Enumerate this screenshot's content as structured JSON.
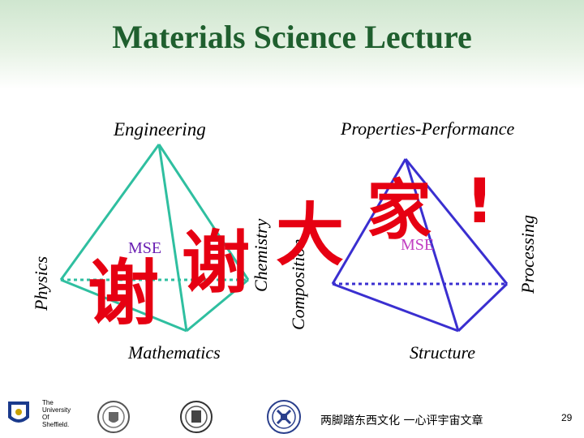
{
  "slide": {
    "title": "Materials Science Lecture",
    "page_number": "29",
    "footer_text": "两脚踏东西文化 一心评宇宙文章"
  },
  "left_tetrahedron": {
    "top_label": "Engineering",
    "bottom_label": "Mathematics",
    "left_label": "Physics",
    "right_label": "Chemistry",
    "center_label": "MSE",
    "color": "#2fbfa0"
  },
  "right_tetrahedron": {
    "top_label": "Properties-Performance",
    "bottom_label": "Structure",
    "left_label": "Composition",
    "right_label": "Processing",
    "center_label": "MSE",
    "color": "#3a2fd0"
  },
  "overlay": {
    "char1": "谢",
    "char2": "谢",
    "char3": "大",
    "char4": "家",
    "char5": "!",
    "color": "#e60012"
  },
  "logos": [
    "university-of-sheffield-logo",
    "university-seal-logo",
    "university-crest-logo",
    "harbin-institute-logo"
  ],
  "logo_texts": {
    "sheffield": [
      "The",
      "University",
      "Of",
      "Sheffield."
    ]
  }
}
